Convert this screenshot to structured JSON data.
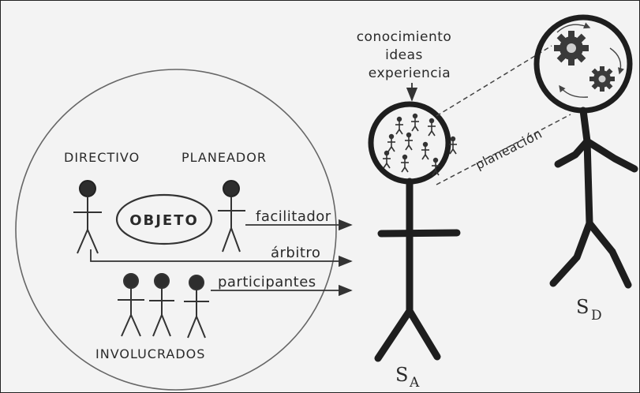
{
  "labels": {
    "top": [
      "conocimiento",
      "ideas",
      "experiencia"
    ],
    "directivo": "DIRECTIVO",
    "planeador": "PLANEADOR",
    "objeto": "OBJETO",
    "facilitador": "facilitador",
    "arbitro": "árbitro",
    "participantes": "participantes",
    "involucrados": "INVOLUCRADOS",
    "planeacion": "planeación"
  },
  "systems": {
    "a": {
      "letter": "S",
      "sub": "A"
    },
    "d": {
      "letter": "S",
      "sub": "D"
    }
  }
}
